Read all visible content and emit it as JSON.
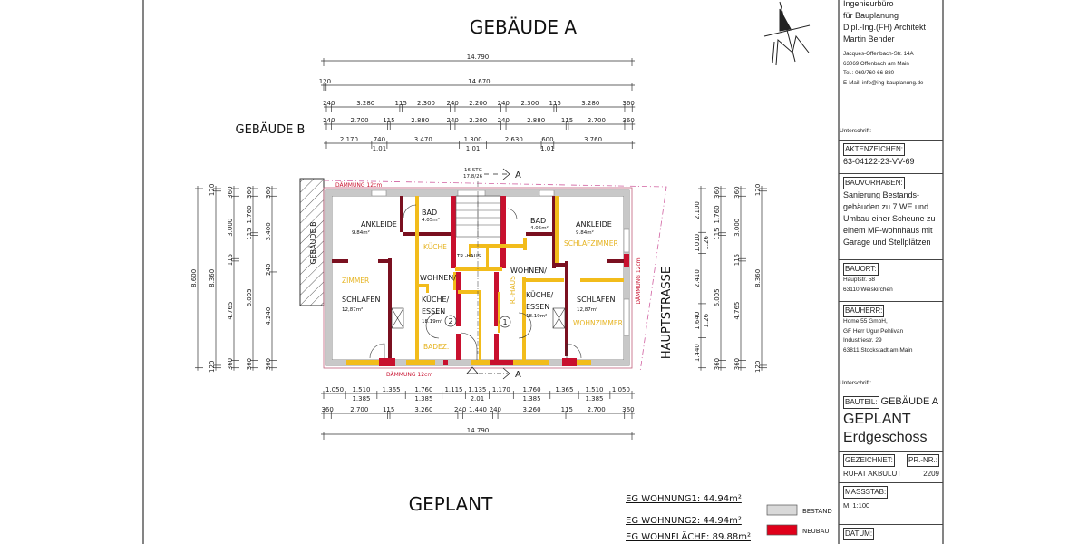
{
  "drawing": {
    "title": "GEBÄUDE A",
    "neighbor_label": "GEBÄUDE B",
    "neighbor_label_vertical": "GEBÄUDE B",
    "street_label": "HAUPTSTRASSE",
    "state_label": "GEPLANT",
    "insulation_label": "DÄMMUNG 12cm",
    "stair_note_1": "16 STG",
    "stair_note_2": "17.8/26",
    "section_marker": "A",
    "apartment_markers": [
      "1",
      "2"
    ],
    "rooms": [
      {
        "name": "ANKLEIDE",
        "area": "9.84m²"
      },
      {
        "name": "BAD",
        "area": "4.05m²"
      },
      {
        "name": "BAD",
        "area": "4.05m²"
      },
      {
        "name": "ANKLEIDE",
        "area": "9.84m²"
      },
      {
        "name": "SCHLAFEN",
        "area": "12,87m²"
      },
      {
        "name": "WOHNEN/",
        "line2": "KÜCHE/",
        "line3": "ESSEN",
        "area": "18.19m²"
      },
      {
        "name": "WOHNEN/",
        "line2": "KÜCHE/",
        "line3": "ESSEN",
        "area": "18.19m²"
      },
      {
        "name": "SCHLAFEN",
        "area": "12,87m²"
      },
      {
        "name": "TR.-HAUS"
      }
    ],
    "existing_room_labels": [
      "ZIMMER",
      "KÜCHE",
      "BADEZ.",
      "TR.-HAUS",
      "SCHLAFZIMMER",
      "WOHNZIMMER"
    ],
    "colors": {
      "existing_wall": "#a9a9a9",
      "new_wall_red": "#c8102e",
      "new_wall_yellow": "#f2bc1b",
      "insulation": "#c0607a"
    }
  },
  "dimensions": {
    "top": [
      {
        "segments": [
          "14.790"
        ]
      },
      {
        "segments": [
          "120",
          "14.670"
        ]
      },
      {
        "segments": [
          "240",
          "3.280",
          "115",
          "2.300",
          "240",
          "2.200",
          "240",
          "2.300",
          "115",
          "3.280",
          "360"
        ]
      },
      {
        "segments": [
          "240",
          "2.700",
          "115",
          "2.880",
          "240",
          "2.200",
          "240",
          "2.880",
          "115",
          "2.700",
          "360"
        ]
      },
      {
        "segments": [
          "2.170",
          "740",
          "3.470",
          "1.300",
          "2.630",
          "600",
          "3.760"
        ],
        "sublabels": [
          null,
          "1.01",
          null,
          "1.01",
          null,
          "1.01",
          null
        ]
      }
    ],
    "bottom": [
      {
        "segments": [
          "1.050",
          "1.510",
          "1.365",
          "1.760",
          "1.115",
          "1.135",
          "1.170",
          "1.760",
          "1.365",
          "1.510",
          "1.050"
        ],
        "sublabels": [
          null,
          "1.385",
          null,
          "1.385",
          null,
          "2.01",
          null,
          "1.385",
          null,
          "1.385",
          null
        ]
      },
      {
        "segments": [
          "360",
          "2.700",
          "115",
          "3.260",
          "240",
          "1.440",
          "240",
          "3.260",
          "115",
          "2.700",
          "360"
        ]
      },
      {
        "segments": [
          "14.790"
        ]
      }
    ],
    "left": [
      {
        "segments": [
          "8.600"
        ]
      },
      {
        "segments": [
          "120",
          "8.360",
          "120"
        ]
      },
      {
        "segments": [
          "360",
          "3.000",
          "115",
          "4.765",
          "360"
        ]
      },
      {
        "segments": [
          "360",
          "1.760",
          "115",
          "6.005",
          "360"
        ]
      },
      {
        "segments": [
          "360",
          "3.400",
          "240",
          "4.240",
          "360"
        ]
      }
    ],
    "right": [
      {
        "segments": [
          "2.100",
          "1.010",
          "2.410",
          "1.640",
          "1.440"
        ],
        "sublabels": [
          null,
          "1.26",
          null,
          "1.26",
          null
        ]
      },
      {
        "segments": [
          "360",
          "1.760",
          "115",
          "6.005",
          "360"
        ]
      },
      {
        "segments": [
          "360",
          "3.000",
          "115",
          "4.765",
          "360"
        ]
      },
      {
        "segments": [
          "120",
          "8.360",
          "120"
        ]
      }
    ]
  },
  "areas": {
    "wohnung1": "EG WOHNUNG1:  44.94m²",
    "wohnung2": "EG WOHNUNG2:  44.94m²",
    "total": "EG WOHNFLÄCHE:  89.88m²"
  },
  "legend": [
    {
      "label": "BESTAND",
      "color": "#d9d9d9"
    },
    {
      "label": "NEUBAU",
      "color": "#e0001a"
    }
  ],
  "title_block": {
    "office": [
      "Ingenieurbüro",
      "für Bauplanung",
      "Dipl.-Ing.(FH) Architekt",
      "Martin Bender"
    ],
    "address": [
      "Jacques-Offenbach-Str. 14A",
      "63069 Offenbach am Main",
      "Tel.: 069/760 66 880",
      "E-Mail: info@ing-bauplanung.de"
    ],
    "signature_label": "Unterschrift:",
    "file_no_label": "AKTENZEICHEN:",
    "file_no": "63-04122-23-VV-69",
    "project_label": "BAUVORHABEN:",
    "project": [
      "Sanierung Bestands-",
      "gebäuden zu 7 WE und",
      "Umbau einer Scheune zu",
      "einem MF-wohnhaus mit",
      "Garage und Stellplätzen"
    ],
    "site_label": "BAUORT:",
    "site": [
      "Hauptstr. 58",
      "63110 Weiskirchen"
    ],
    "client_label": "BAUHERR:",
    "client": [
      "Home 55 GmbH,",
      "GF Herr Ugur Pehlivan",
      "Industriestr. 29",
      "63811 Stockstadt am Main"
    ],
    "client_signature_label": "Unterschrift:",
    "part_label": "BAUTEIL:",
    "part": "GEBÄUDE A",
    "status": "GEPLANT",
    "floor": "Erdgeschoss",
    "drawn_label": "GEZEICHNET:",
    "drawn_by": "RUFAT AKBULUT",
    "project_no_label": "PR.-NR.:",
    "project_no": "2209",
    "scale_label": "MASSSTAB:",
    "scale": "M. 1:100",
    "date_label": "DATUM:"
  }
}
